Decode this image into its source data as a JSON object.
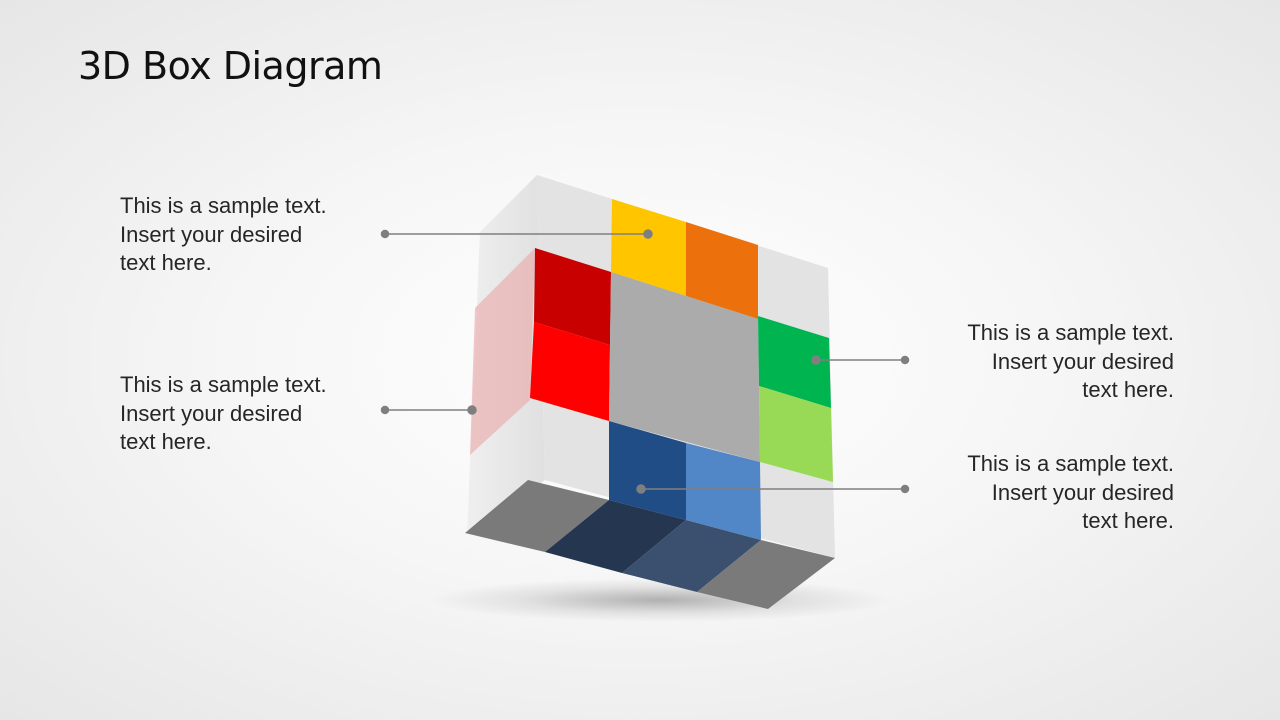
{
  "slide": {
    "title": "3D Box Diagram"
  },
  "callouts": [
    {
      "id": "top-left",
      "lines": [
        "This is a sample text.",
        "Insert your desired",
        "text here."
      ],
      "connects_to": "yellow"
    },
    {
      "id": "bottom-left",
      "lines": [
        "This is a sample text.",
        "Insert your desired",
        "text here."
      ],
      "connects_to": "red-side"
    },
    {
      "id": "top-right",
      "lines": [
        "This is a sample text.",
        "Insert your desired",
        "text here."
      ],
      "connects_to": "green"
    },
    {
      "id": "bottom-right",
      "lines": [
        "This is a sample text.",
        "Insert your desired",
        "text here."
      ],
      "connects_to": "dark-blue"
    }
  ],
  "colors": {
    "yellow": "#FFC600",
    "orange": "#EC700C",
    "dark_red": "#C90000",
    "red": "#FF0000",
    "gray_center": "#ABABAB",
    "green": "#00B54F",
    "light_green": "#98DA55",
    "dark_blue": "#214D86",
    "blue": "#5287C7",
    "light_cell": "#E3E3E3",
    "bottom_gray": "#7A7A7A",
    "bottom_dark_blue": "#243650",
    "bottom_blue": "#3A506E",
    "connector": "#7F7F7F"
  }
}
